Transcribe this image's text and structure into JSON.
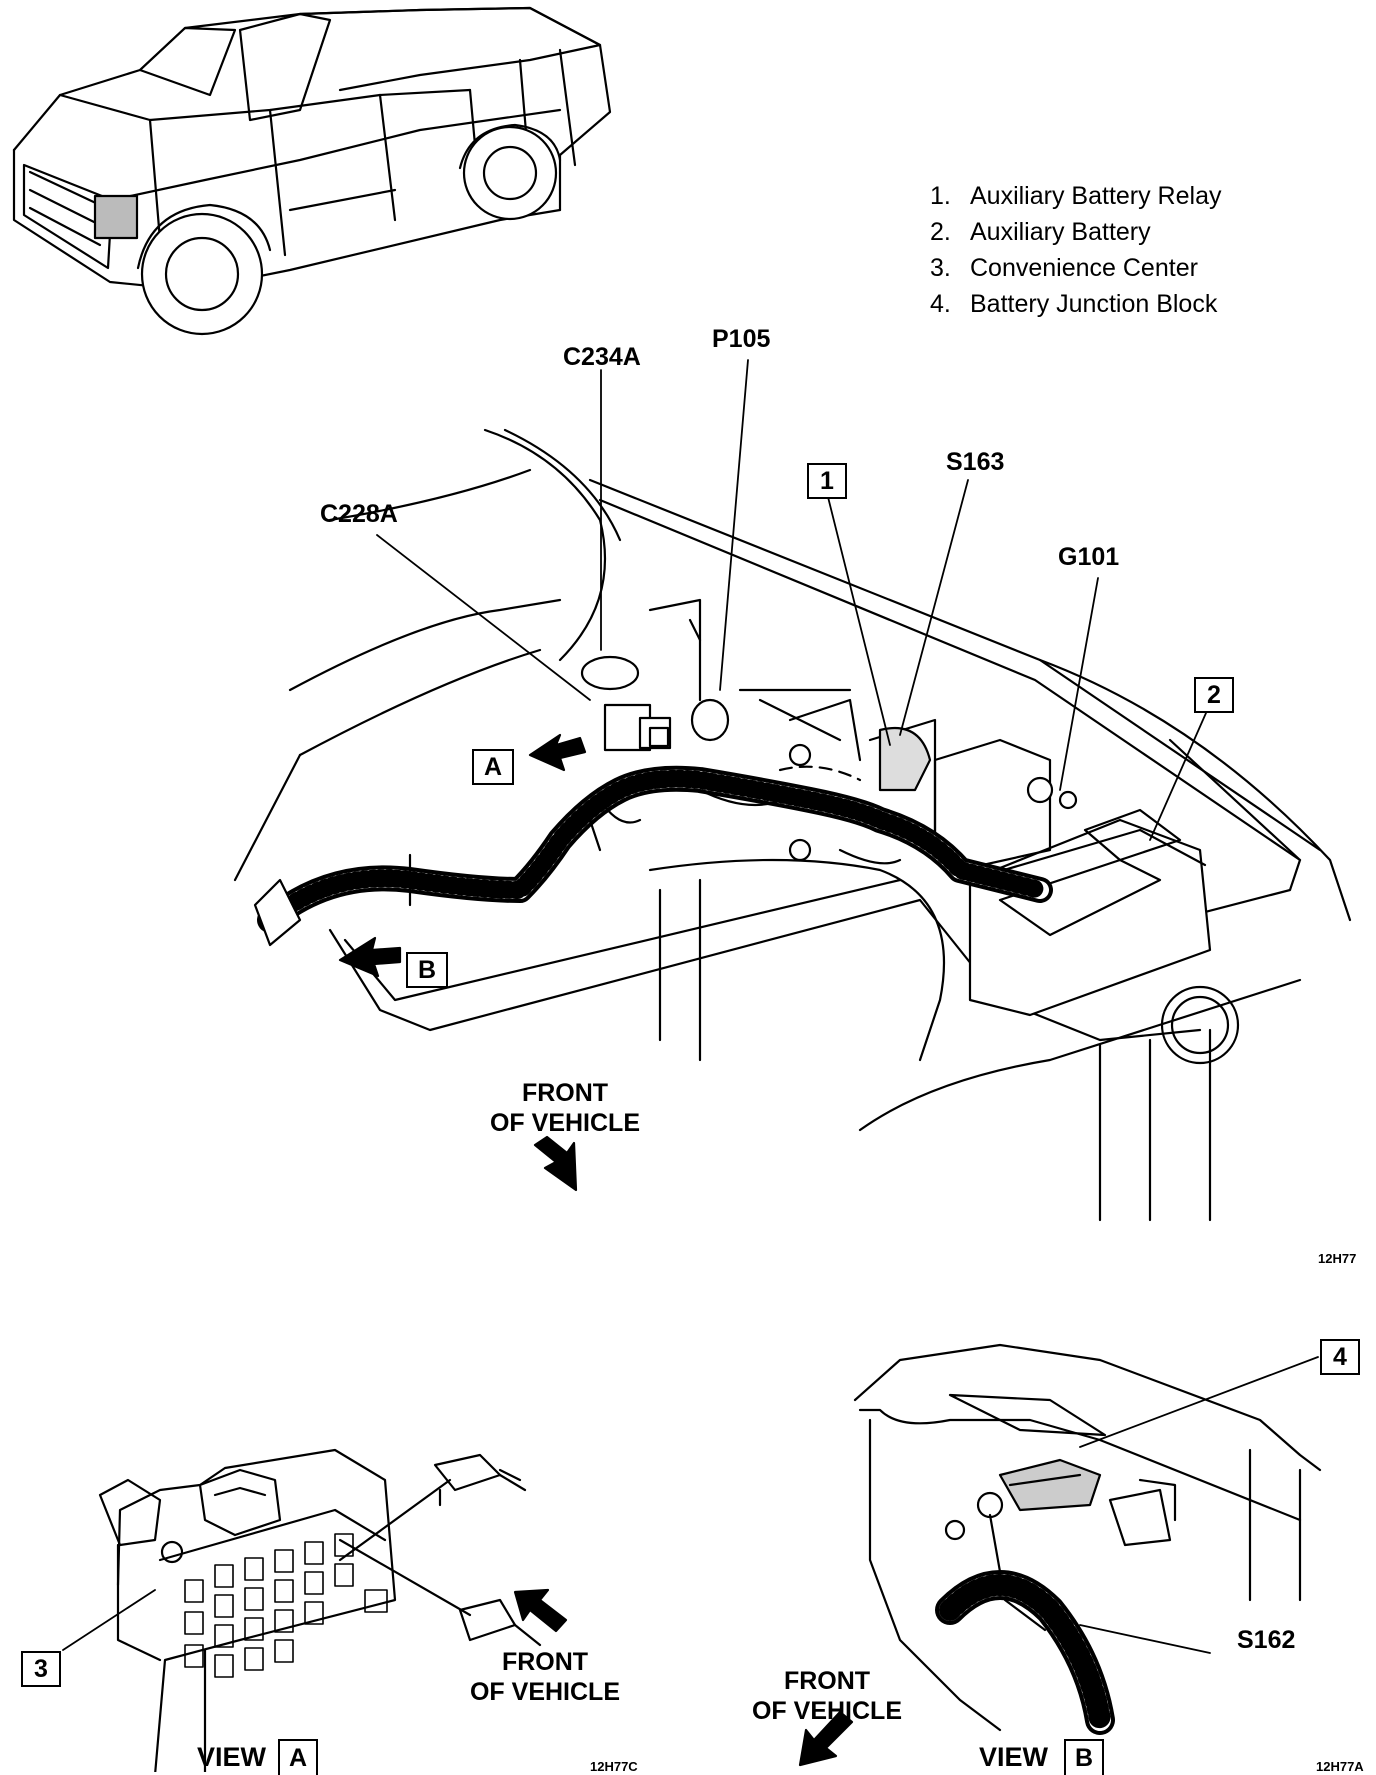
{
  "legend": [
    {
      "num": "1.",
      "text": "Auxiliary Battery Relay"
    },
    {
      "num": "2.",
      "text": "Auxiliary Battery"
    },
    {
      "num": "3.",
      "text": "Convenience Center"
    },
    {
      "num": "4.",
      "text": "Battery Junction Block"
    }
  ],
  "callouts": {
    "c234a": "C234A",
    "p105": "P105",
    "c228a": "C228A",
    "s163": "S163",
    "g101": "G101",
    "s162": "S162"
  },
  "boxes": {
    "item1": "1",
    "item2": "2",
    "item3": "3",
    "item4": "4",
    "viewA": "A",
    "viewB": "B"
  },
  "front_of_vehicle": {
    "line1": "FRONT",
    "line2": "OF VEHICLE"
  },
  "views": {
    "view_a_word": "VIEW",
    "view_a_letter": "A",
    "view_b_word": "VIEW",
    "view_b_letter": "B"
  },
  "figure_codes": {
    "main": "12H77",
    "view_a": "12H77C",
    "view_b": "12H77A"
  }
}
